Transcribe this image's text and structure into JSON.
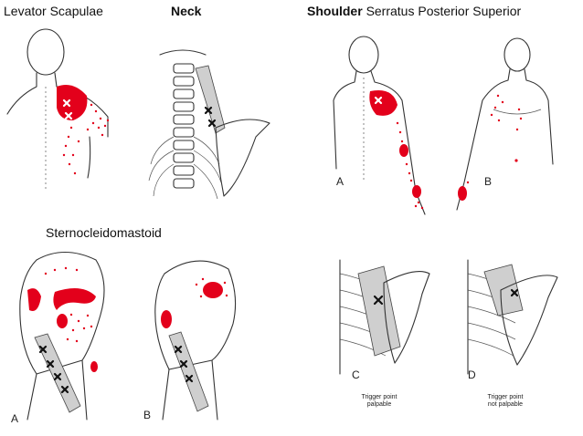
{
  "titles": {
    "levator": "Levator Scapulae",
    "neck": "Neck",
    "shoulder": "Shoulder",
    "serratus": "Serratus Posterior Superior",
    "scm": "Sternocleidomastoid"
  },
  "panel_letters": {
    "serratus_a": "A",
    "serratus_b": "B",
    "scm_a": "A",
    "scm_b": "B",
    "scap_c": "C",
    "scap_d": "D"
  },
  "captions": {
    "palpable": "Trigger point\npalpable",
    "not_palpable": "Trigger point\nnot palpable"
  },
  "colors": {
    "pain": "#e3001b",
    "muscle": "#cfcfcf",
    "outline": "#333333"
  }
}
